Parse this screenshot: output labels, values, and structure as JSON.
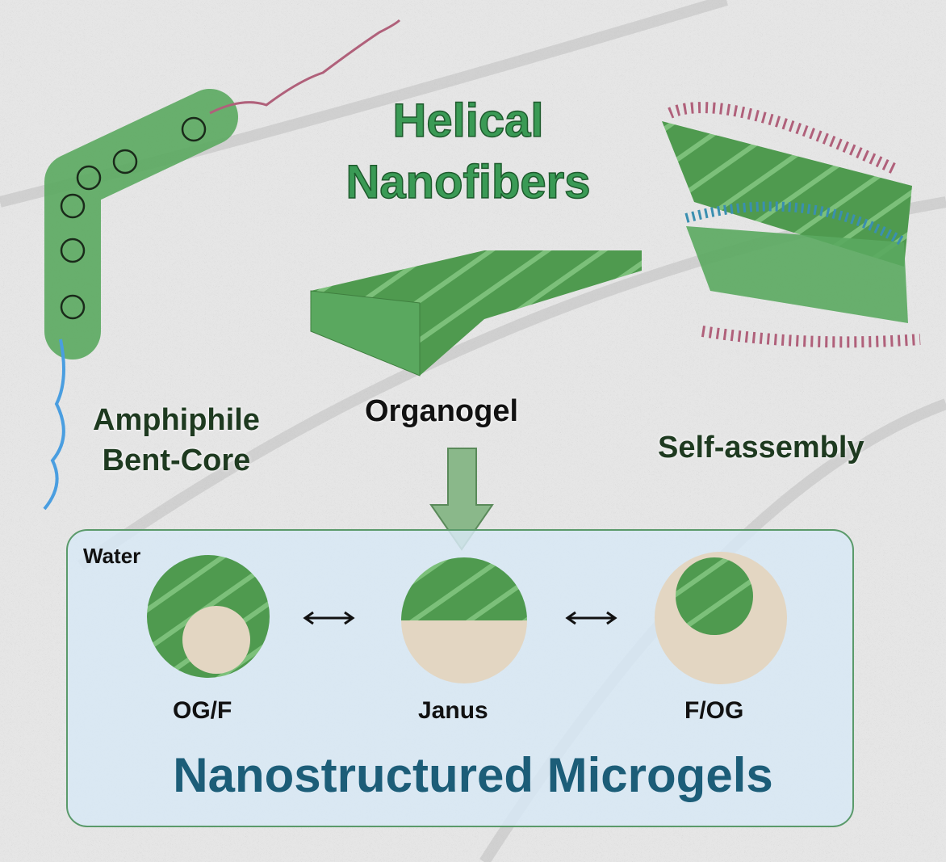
{
  "title": {
    "line1": "Helical",
    "line2": "Nanofibers"
  },
  "labels": {
    "amphiphile1": "Amphiphile",
    "amphiphile2": "Bent-Core",
    "organogel": "Organogel",
    "self_assembly": "Self-assembly"
  },
  "microgels": {
    "water": "Water",
    "og_f": "OG/F",
    "janus": "Janus",
    "f_og": "F/OG",
    "title": "Nanostructured Microgels"
  },
  "colors": {
    "green": "#5aa85f",
    "title_green": "#3a9a55",
    "teal": "#1c5d78",
    "beige": "#e3d6c2",
    "tail_blue": "#4a9ee0",
    "tail_pink": "#b0607a"
  }
}
